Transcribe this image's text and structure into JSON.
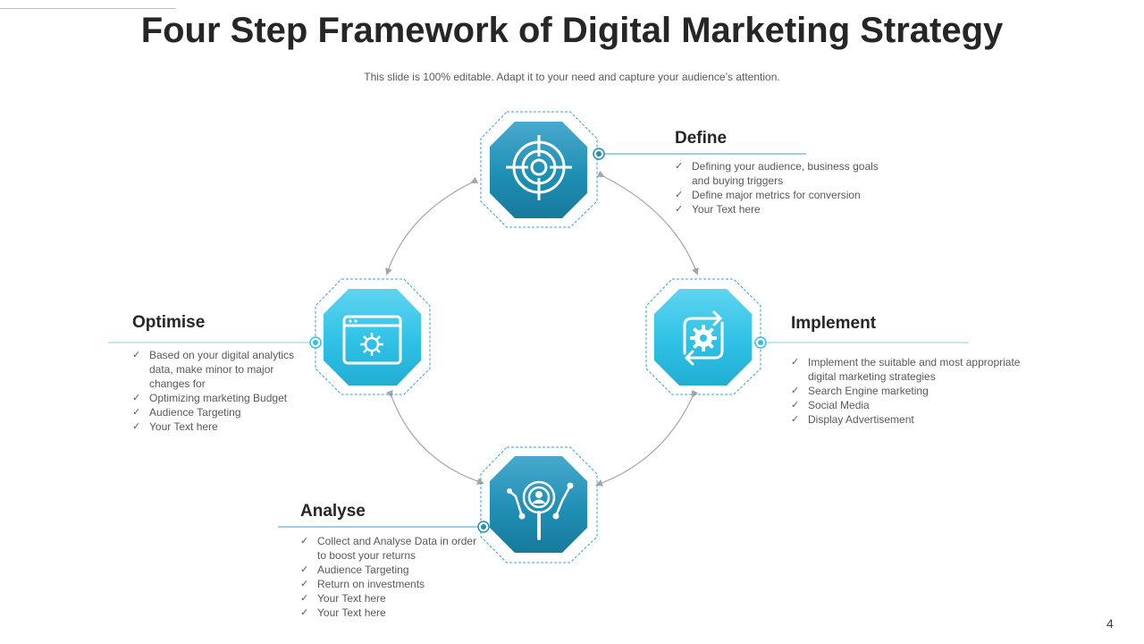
{
  "slide": {
    "title": "Four Step Framework of Digital Marketing Strategy",
    "subtitle": "This slide is 100% editable. Adapt it to your need and capture your audience’s attention.",
    "page_number": "4"
  },
  "colors": {
    "dark_teal": "#1f8fb4",
    "light_cyan": "#2ec2e6",
    "dashed_border": "#3aa0c9",
    "arrow_gray": "#a6a6a6",
    "text": "#262626"
  },
  "steps": {
    "define": {
      "title": "Define",
      "icon": "target-icon",
      "bullets": [
        "Defining your audience, business goals and buying triggers",
        "Define  major metrics for conversion",
        "Your Text here"
      ]
    },
    "implement": {
      "title": "Implement",
      "icon": "gear-cycle-icon",
      "bullets": [
        "Implement the suitable and most appropriate  digital marketing strategies",
        "Search Engine marketing",
        "Social Media",
        "Display Advertisement"
      ]
    },
    "analyse": {
      "title": "Analyse",
      "icon": "magnifier-analytics-icon",
      "bullets": [
        "Collect and Analyse Data in order to boost your returns",
        "Audience Targeting",
        "Return on investments",
        "Your Text here",
        "Your Text here"
      ]
    },
    "optimise": {
      "title": "Optimise",
      "icon": "browser-gear-icon",
      "bullets": [
        "Based on your digital analytics data, make minor to major changes for",
        "Optimizing marketing Budget",
        " Audience Targeting",
        "Your Text here"
      ]
    }
  }
}
